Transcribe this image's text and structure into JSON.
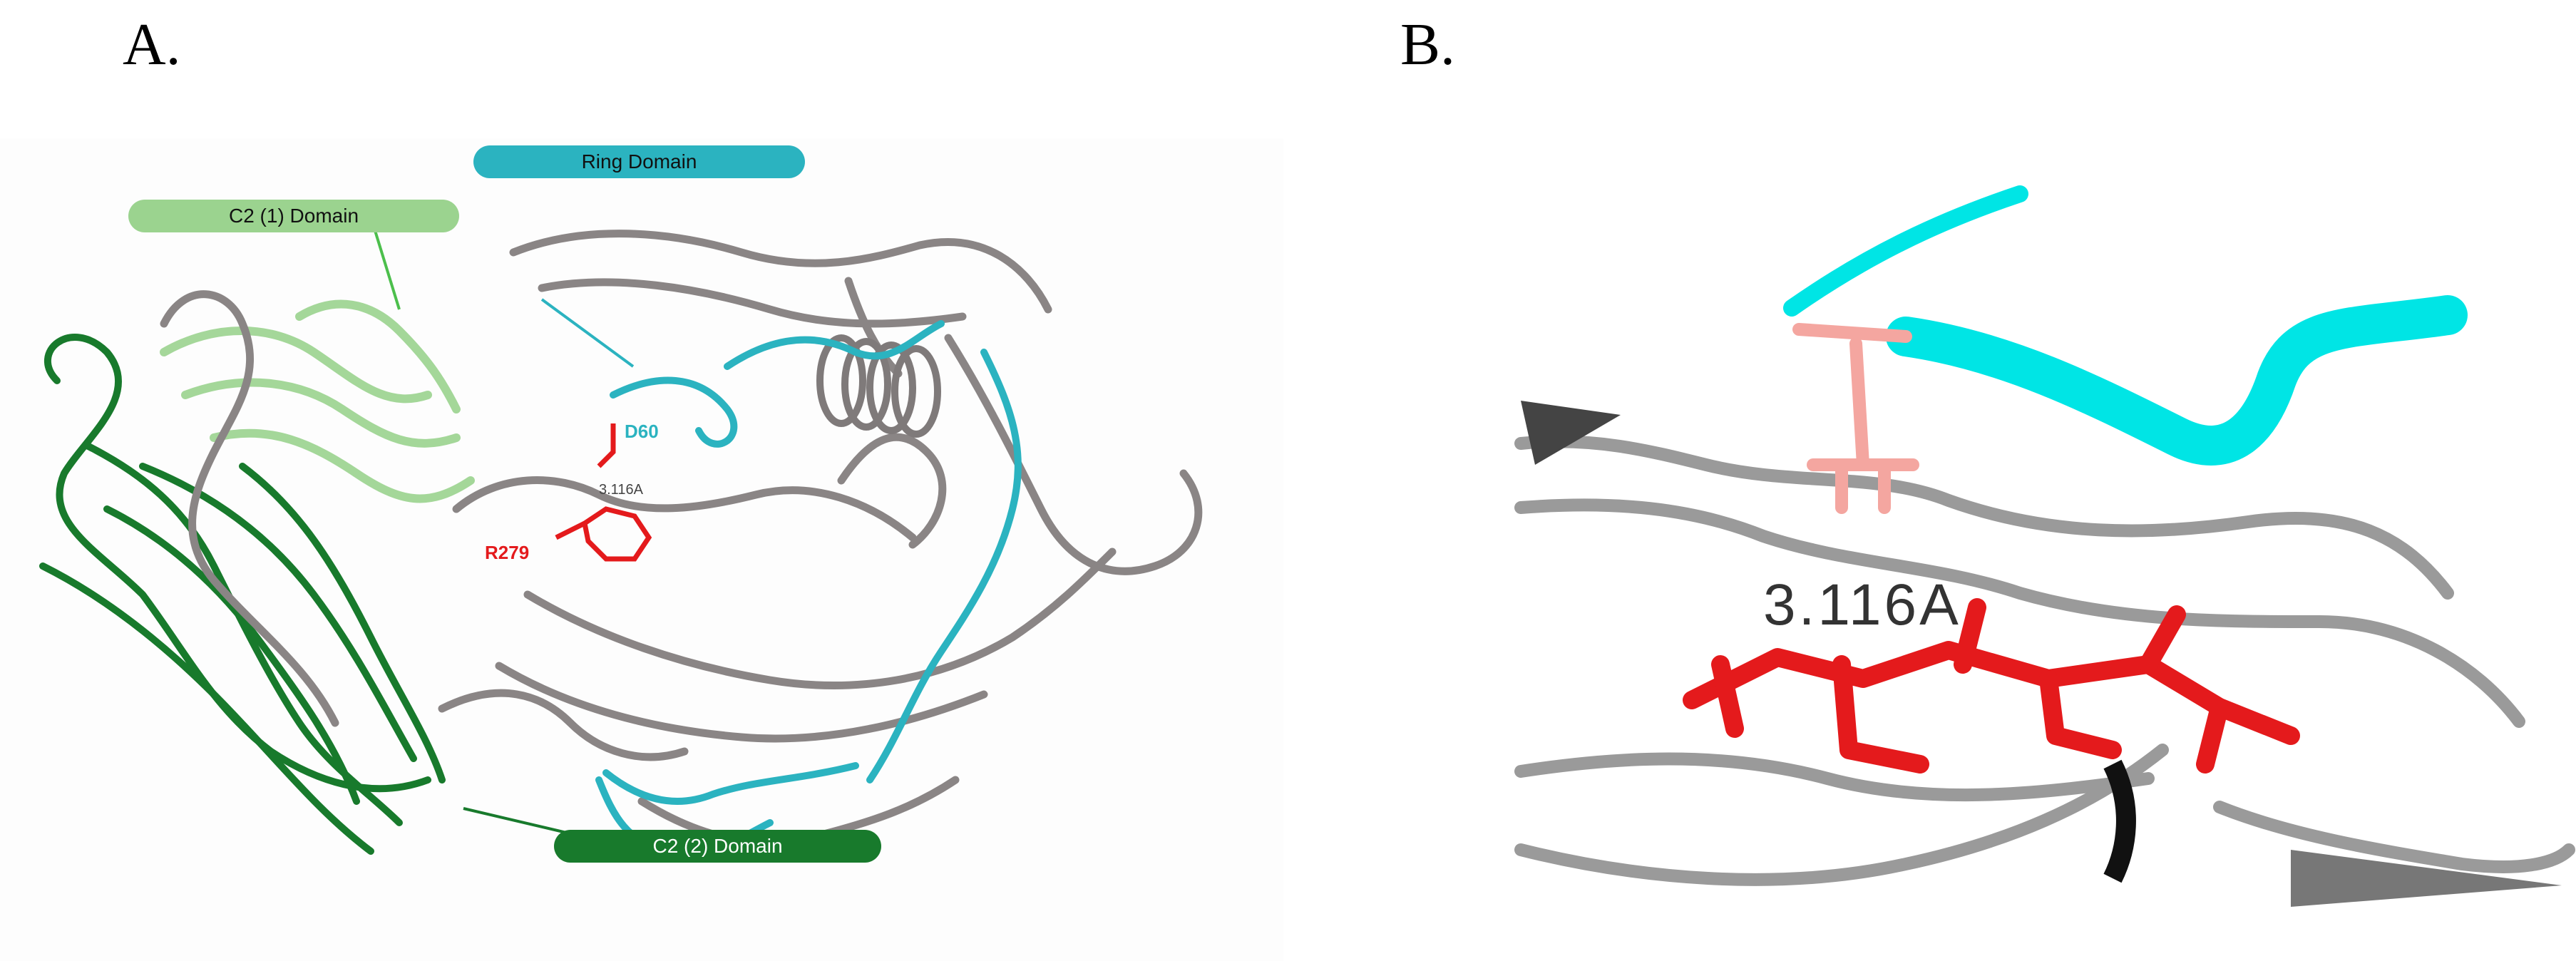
{
  "panels": {
    "a": {
      "letter": "A.",
      "labels": {
        "ring": "Ring Domain",
        "c2_1": "C2 (1) Domain",
        "c2_2": "C2 (2) Domain"
      },
      "residues": {
        "d": "D60",
        "r": "R279",
        "distance": "3.116A"
      },
      "colors": {
        "ring": "#2bb3c0",
        "c2_1": "#9bd38f",
        "c2_2": "#187a2c",
        "backbone": "#8a8585",
        "residue": "#e41a1c"
      }
    },
    "b": {
      "letter": "B.",
      "distance_label": "3.116A",
      "colors": {
        "ribbon": "#00e5e5",
        "residue": "#e41a1c",
        "bond": "#f4a6a0",
        "backbone": "#9a9a9a"
      }
    }
  }
}
